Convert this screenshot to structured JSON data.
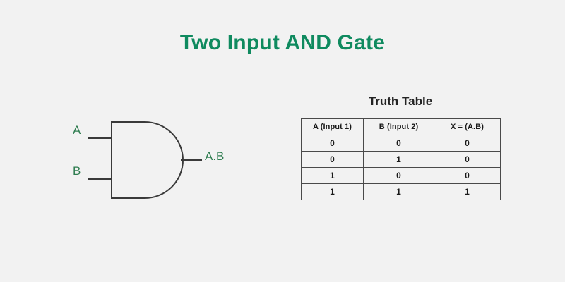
{
  "page": {
    "title": "Two Input AND Gate",
    "background_color": "#f2f2f2",
    "title_color": "#0f8a5f"
  },
  "diagram": {
    "name": "and-gate-symbol",
    "gate_type": "AND",
    "stroke_color": "#3a3a3a",
    "label_color": "#2f7d50",
    "input_a_label": "A",
    "input_b_label": "B",
    "output_label": "A.B"
  },
  "truth_table": {
    "title": "Truth Table",
    "headers": [
      "A (Input 1)",
      "B (Input 2)",
      "X = (A.B)"
    ],
    "rows": [
      [
        "0",
        "0",
        "0"
      ],
      [
        "0",
        "1",
        "0"
      ],
      [
        "1",
        "0",
        "0"
      ],
      [
        "1",
        "1",
        "1"
      ]
    ],
    "border_color": "#4a4a4a"
  }
}
